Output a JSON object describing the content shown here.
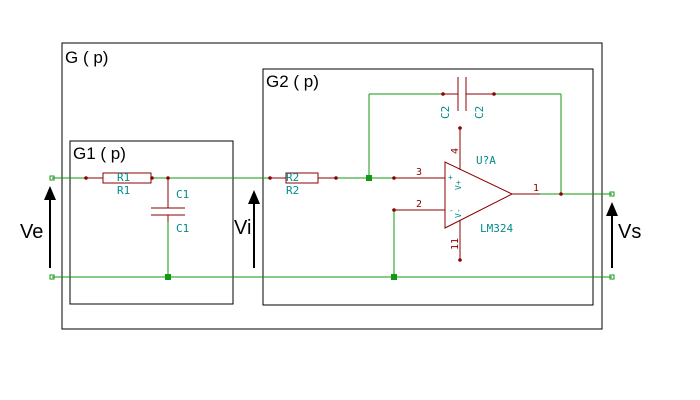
{
  "blocks": {
    "outer": "G ( p)",
    "g1": "G1 ( p)",
    "g2": "G2 ( p)"
  },
  "signals": {
    "input": "Ve",
    "middle": "Vi",
    "output": "Vs"
  },
  "components": {
    "r1_ref": "R1",
    "r1_val": "R1",
    "c1_ref": "C1",
    "c1_val": "C1",
    "r2_ref": "R2",
    "r2_val": "R2",
    "c2_ref": "C2",
    "c2_val": "C2",
    "opamp_ref": "U?A",
    "opamp_val": "LM324"
  },
  "opamp_pins": {
    "noninv": "3",
    "inv": "2",
    "out": "1",
    "vplus": "4",
    "vminus": "11",
    "plus_sign": "+",
    "minus_sign": "-",
    "vplus_lbl": "V+",
    "vminus_lbl": "V-"
  },
  "colors": {
    "wire": "#119911",
    "component": "#8b0000",
    "value_text": "#008b8b"
  }
}
